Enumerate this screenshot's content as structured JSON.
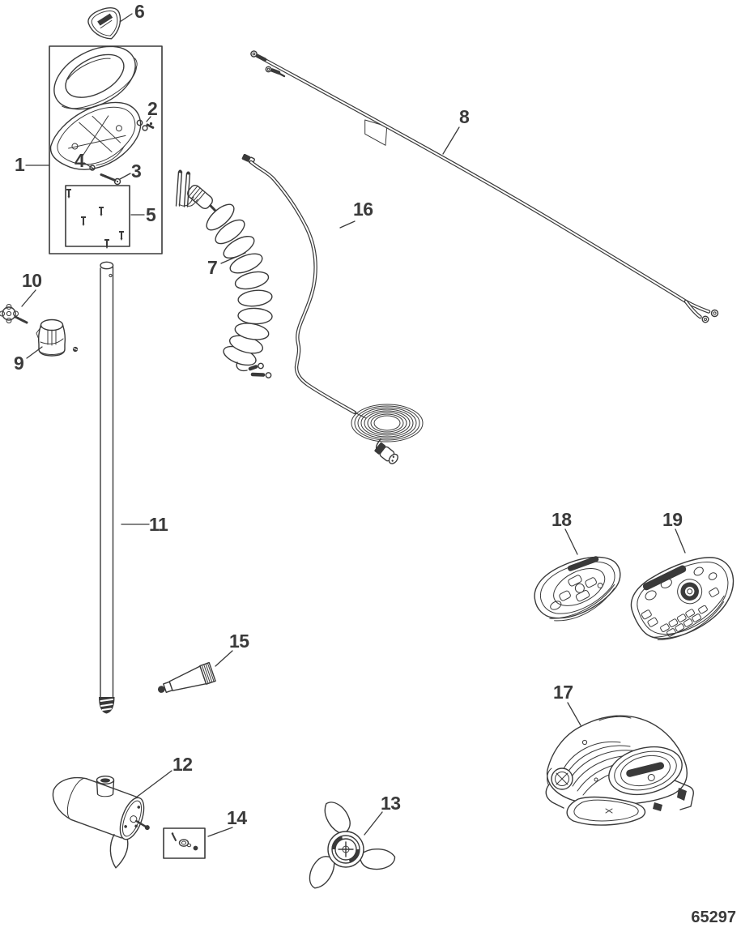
{
  "ink_color": "#3a3a3a",
  "background_color": "#ffffff",
  "drawing_number": "65297",
  "callouts": {
    "1": "1",
    "2": "2",
    "3": "3",
    "4": "4",
    "5": "5",
    "6": "6",
    "7": "7",
    "8": "8",
    "9": "9",
    "10": "10",
    "11": "11",
    "12": "12",
    "13": "13",
    "14": "14",
    "15": "15",
    "16": "16",
    "17": "17",
    "18": "18",
    "19": "19"
  }
}
